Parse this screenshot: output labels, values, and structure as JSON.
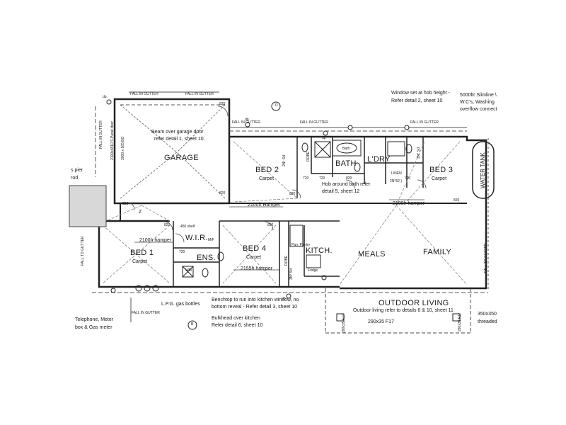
{
  "rooms": {
    "garage": "GARAGE",
    "bed2": "BED 2",
    "bed2_floor": "Carpet",
    "bath": "BATH",
    "ldry": "L'DRY",
    "bed3": "BED 3",
    "bed3_floor": "Carpet",
    "bed1": "BED 1",
    "bed1_floor": "Carpet",
    "wir": "W.I.R.",
    "ens": "ENS.",
    "bed4": "BED 4",
    "bed4_floor": "Carpet",
    "kitch": "KITCH.",
    "meals": "MEALS",
    "family": "FAMILY",
    "outdoor": "OUTDOOR LIVING",
    "water_tank": "WATER TANK"
  },
  "fixtures": {
    "robe": "ROBE",
    "linen": "LINEN",
    "ldry_sub": "2N°52 )",
    "robe_sd": "3N° Sd",
    "robe_sd2": "2N° Sd",
    "wm": "WM",
    "shelf_450": "450 shelf",
    "bath_label": "Bath",
    "pantry": "Pan. Pantry",
    "fridge": "Fridge",
    "mf": "M/F"
  },
  "notes": {
    "beam1": "Beam over garage door",
    "beam2": "refer detail 1, sheet 10.",
    "window1": "Window set at hob height -",
    "window2": "Refer detail 2, sheet 10",
    "tank1": "5000ltr Slimline \\",
    "tank2": "W.C's, Washing",
    "tank3": "overflow connect",
    "hob1": "Hob around bath refer",
    "hob2": "detail 5, sheet 12",
    "hamper2100": "2100h Hamper",
    "hamper2100b": "2100h hamper",
    "hamper2100c": "2100h hamper",
    "hamper2155": "2155h hamper",
    "panel": "2100x4810 S.Panel door",
    "panel2": "3000 x 165 BO",
    "pier": "s pier",
    "rod": "rod",
    "lpg": "L.P.G. gas bottles",
    "telephone1": "Telephone, Meter",
    "telephone2": "box & Gas meter",
    "bench1": "Benchtop to run into kitchen window, no",
    "bench2": "bottom reveal - Refer detail 3, sheet 10",
    "bulk1": "Bulkhead over kitchen",
    "bulk2": "Refer detail 6, sheet 10",
    "outdoor_note": "Outdoor living refer to details 6 & 10, sheet 11",
    "beam_f17": "290x35 F17",
    "post_left": "290x35 F17",
    "post_right": "290x35 F17",
    "post_350": "350x350",
    "threaded": "threaded",
    "fall_gutter": "FALL IN GUTTER",
    "fall_gutter_v": "FALL IN GUTTER",
    "fall_to_gutter": "FALL TO GUTTER",
    "dp": "dp",
    "door_820": "820",
    "door_720": "720",
    "dim_450": "450",
    "section_d": "D",
    "section_b": "B",
    "z_mark": "Z"
  }
}
